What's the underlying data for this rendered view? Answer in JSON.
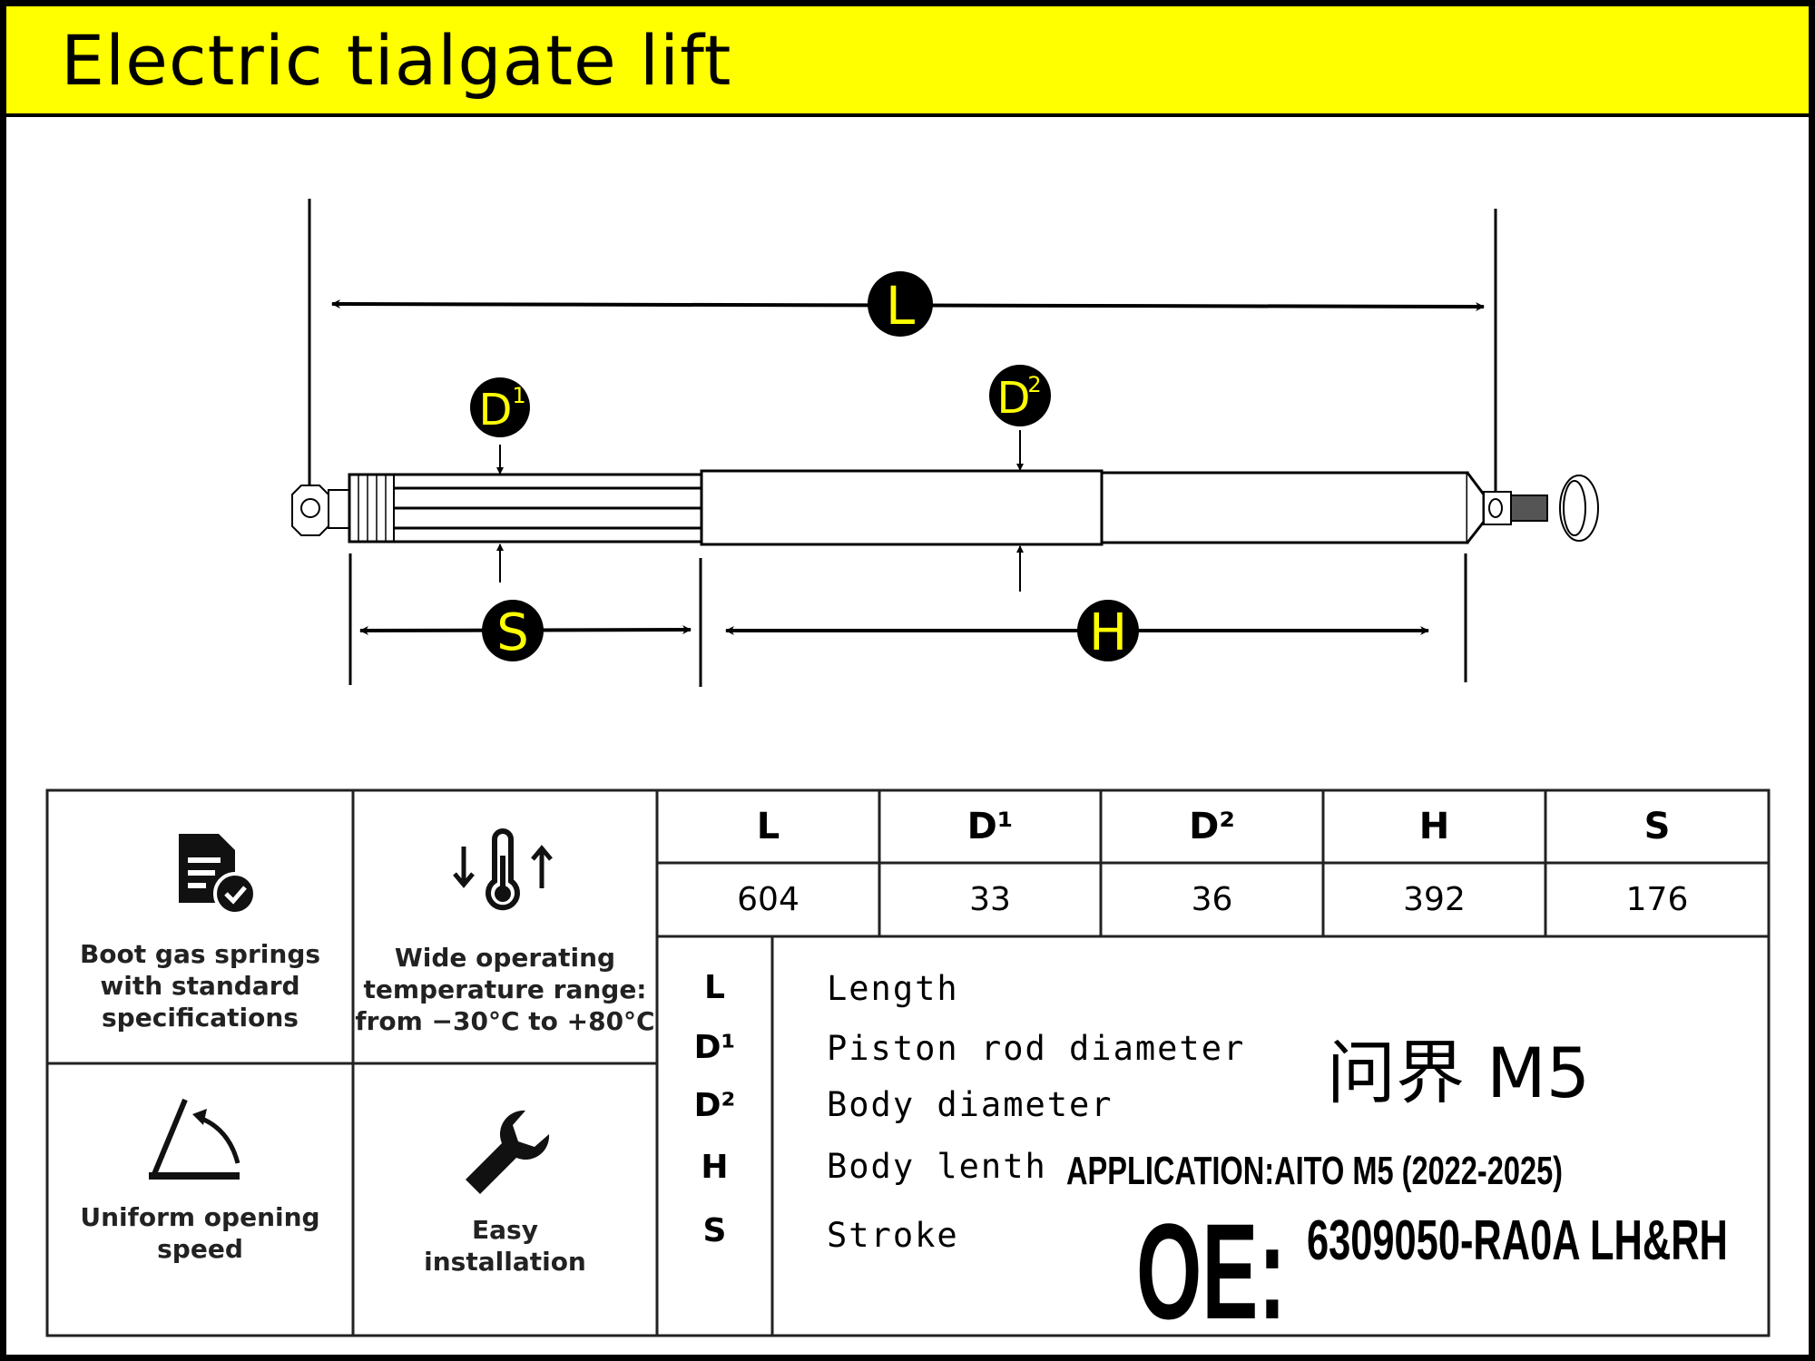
{
  "header": {
    "title": "Electric tialgate lift",
    "background_color": "#ffff00"
  },
  "diagram": {
    "badges": {
      "L": "L",
      "D1": "D",
      "D1_sup": "1",
      "D2": "D",
      "D2_sup": "2",
      "S": "S",
      "H": "H"
    },
    "badge_color": "#ffff00"
  },
  "features": [
    {
      "icon": "document-check-icon",
      "label_lines": [
        "Boot gas springs",
        "with standard",
        "specifications"
      ]
    },
    {
      "icon": "thermometer-arrows-icon",
      "label_lines": [
        "Wide operating",
        "temperature range:",
        "from −30°C to +80°C"
      ]
    },
    {
      "icon": "opening-angle-icon",
      "label_lines": [
        "Uniform opening",
        "speed"
      ]
    },
    {
      "icon": "wrench-icon",
      "label_lines": [
        "Easy",
        "installation"
      ]
    }
  ],
  "specs": {
    "headers": [
      "L",
      "D¹",
      "D²",
      "H",
      "S"
    ],
    "values": [
      "604",
      "33",
      "36",
      "392",
      "176"
    ]
  },
  "legend": [
    {
      "symbol": "L",
      "text": "Length"
    },
    {
      "symbol": "D¹",
      "text": "Piston rod diameter"
    },
    {
      "symbol": "D²",
      "text": "Body diameter"
    },
    {
      "symbol": "H",
      "text": "Body lenth"
    },
    {
      "symbol": "S",
      "text": "Stroke"
    }
  ],
  "model": "问界 M5",
  "application": "APPLICATION:AITO M5 (2022-2025)",
  "oe": {
    "label": "OE:",
    "number": "6309050-RA0A  LH&RH"
  }
}
